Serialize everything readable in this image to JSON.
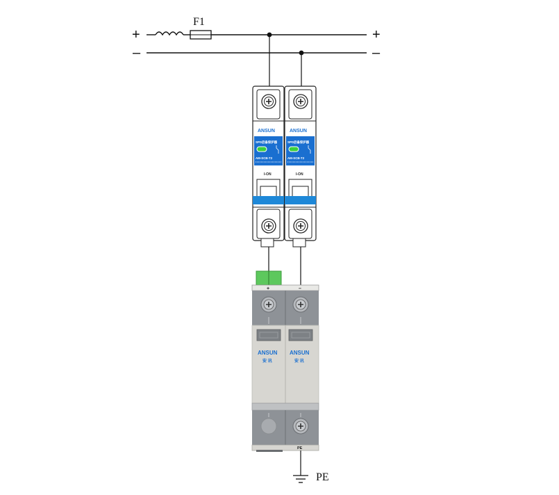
{
  "wiring": {
    "fuse_label": "F1",
    "plus_left": "+",
    "plus_right": "+",
    "minus_left": "–",
    "minus_right": "–",
    "ground_label": "PE"
  },
  "breaker": {
    "brand": "ANSUN",
    "title": "SPD后备保护器",
    "model": "AM-SCB-T2",
    "state": "I-ON"
  },
  "spd": {
    "plus_mark": "+",
    "minus_mark": "–",
    "brand": "ANSUN",
    "brand_cn": "安 讯",
    "pe_mark": "PE"
  },
  "colors": {
    "breaker_label_blue": "#1a6fd0",
    "breaker_band_blue": "#1e88d8",
    "indicator_green": "#3cd03c",
    "terminal_green": "#5dc85d",
    "spd_grey": "#8e9297",
    "spd_body": "#d7d6d1"
  },
  "icons": [
    "inductor-icon",
    "fuse-icon",
    "ground-icon",
    "terminal-screw-icon"
  ]
}
